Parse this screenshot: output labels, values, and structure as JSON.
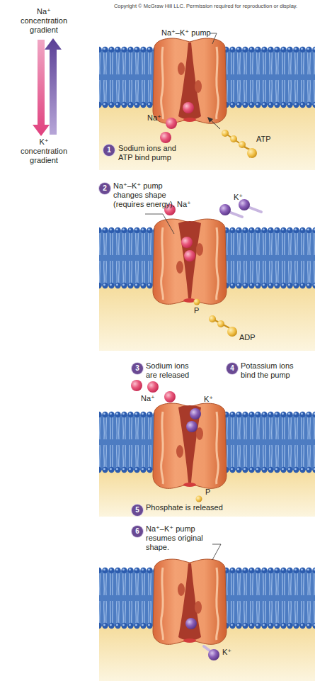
{
  "diagram": {
    "labels": [
      "Copyright © McGraw Hill LLC. Permission required for reproduction or display.",
      "Na⁺ concentration gradient",
      "K⁺ concentration gradient",
      "Na⁺–K⁺ pump",
      "Na⁺",
      "ATP",
      "1",
      "Sodium ions and ATP bind pump",
      "2",
      "Na⁺–K⁺ pump changes shape (requires energy).",
      "Na⁺",
      "K⁺",
      "P",
      "ADP",
      "3",
      "Sodium ions are released",
      "Na⁺",
      "4",
      "Potassium ions bind the pump",
      "K⁺",
      "P",
      "5",
      "Phosphate is released",
      "6",
      "Na⁺–K⁺ pump resumes original shape.",
      "K⁺"
    ]
  }
}
